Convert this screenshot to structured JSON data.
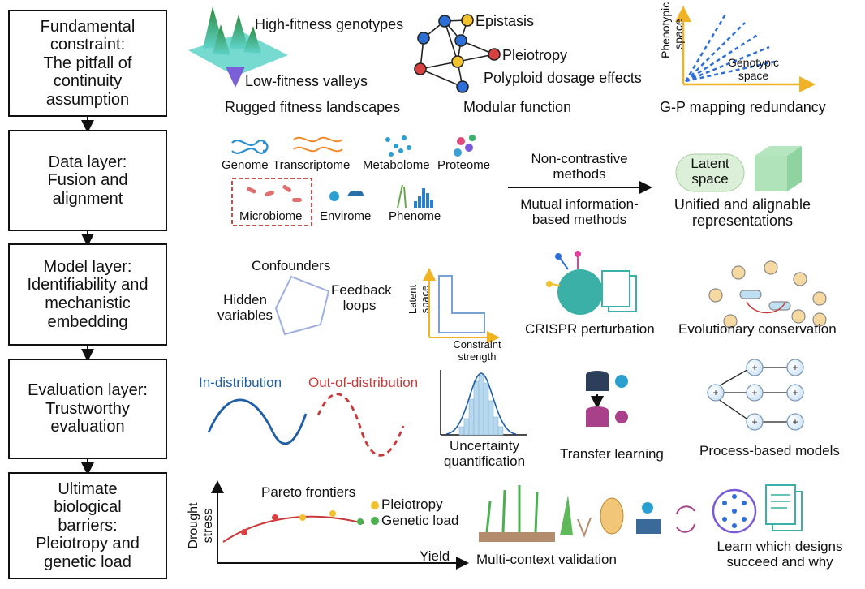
{
  "layers": [
    {
      "box": "Fundamental\nconstraint:\nThe pitfall of\ncontinuity\nassumption",
      "labels": {
        "high": "High-fitness genotypes",
        "low": "Low-fitness valleys",
        "rugged": "Rugged fitness landscapes",
        "epistasis": "Epistasis",
        "pleiotropy": "Pleiotropy",
        "polyploid": "Polyploid dosage effects",
        "modular": "Modular function",
        "phenotypic": "Phenotypic\nspace",
        "genotypic": "Genotypic\nspace",
        "gp": "G-P mapping redundancy"
      }
    },
    {
      "box": "Data layer:\nFusion and\nalignment",
      "labels": {
        "genome": "Genome",
        "transcriptome": "Transcriptome",
        "metabolome": "Metabolome",
        "proteome": "Proteome",
        "microbiome": "Microbiome",
        "envirome": "Envirome",
        "phenome": "Phenome",
        "noncon": "Non-contrastive\nmethods",
        "mutual": "Mutual information-\nbased methods",
        "latent": "Latent\nspace",
        "unified": "Unified and alignable\nrepresentations"
      }
    },
    {
      "box": "Model layer:\nIdentifiability and\nmechanistic\nembedding",
      "labels": {
        "confounders": "Confounders",
        "hidden": "Hidden\nvariables",
        "feedback": "Feedback\nloops",
        "latent": "Latent\nspace",
        "constraint": "Constraint\nstrength",
        "crispr": "CRISPR perturbation",
        "evo": "Evolutionary conservation"
      }
    },
    {
      "box": "Evaluation layer:\nTrustworthy\nevaluation",
      "labels": {
        "indist": "In-distribution",
        "ood": "Out-of-distribution",
        "uq": "Uncertainty\nquantification",
        "transfer": "Transfer learning",
        "process": "Process-based models"
      }
    },
    {
      "box": "Ultimate\nbiological\nbarriers:\nPleiotropy and\ngenetic load",
      "labels": {
        "pareto": "Pareto frontiers",
        "pleiotropy": "Pleiotropy",
        "genload": "Genetic load",
        "drought": "Drought\nstress",
        "yield": "Yield",
        "multi": "Multi-context validation",
        "learn": "Learn which designs\nsucceed and why"
      }
    }
  ],
  "colors": {
    "in_dist": "#1f5fa8",
    "ood": "#c83a3a",
    "yellow_node": "#f2c12e",
    "blue_node": "#2d6fd6",
    "red_node": "#d94040",
    "gold_axis": "#f0b323",
    "green": "#4caf50"
  }
}
